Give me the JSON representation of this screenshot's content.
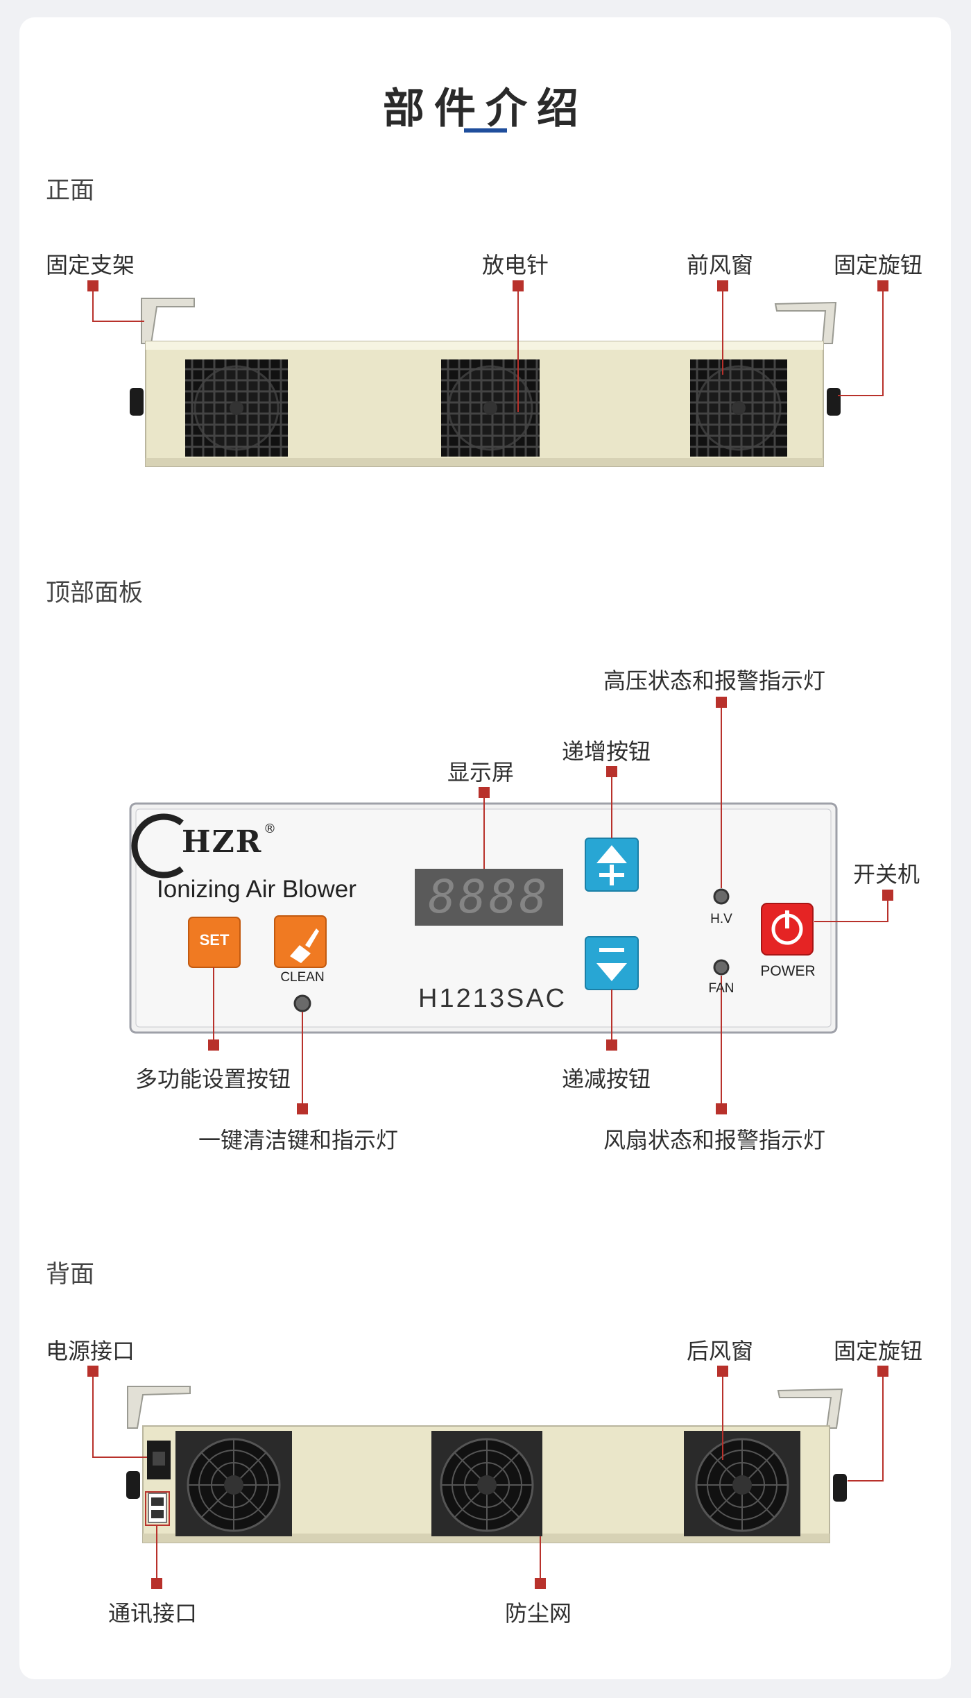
{
  "page_title": "部件介绍",
  "sections": {
    "front": {
      "title": "正面",
      "labels": {
        "bracket": "固定支架",
        "needle": "放电针",
        "front_window": "前风窗",
        "knob": "固定旋钮"
      }
    },
    "top": {
      "title": "顶部面板",
      "labels": {
        "hv_led": "高压状态和报警指示灯",
        "up_button": "递增按钮",
        "display": "显示屏",
        "power_switch": "开关机",
        "set_button": "多功能设置按钮",
        "clean_button": "一键清洁键和指示灯",
        "down_button": "递减按钮",
        "fan_led": "风扇状态和报警指示灯"
      },
      "panel": {
        "brand": "HZR",
        "registered": "®",
        "product_name": "Ionizing Air Blower",
        "set_label": "SET",
        "clean_label": "CLEAN",
        "hv_label": "H.V",
        "fan_label": "FAN",
        "power_label": "POWER",
        "model": "H1213SAC",
        "display_digits": "8888"
      }
    },
    "back": {
      "title": "背面",
      "labels": {
        "power_port": "电源接口",
        "rear_window": "后风窗",
        "knob": "固定旋钮",
        "comm_port": "通讯接口",
        "dust_net": "防尘网"
      }
    }
  },
  "colors": {
    "marker": "#b8312b",
    "accent": "#1f4e9c",
    "body_beige": "#eae6c9",
    "set_orange": "#f07a22",
    "arrow_blue": "#28a6d4",
    "power_red": "#e52424"
  }
}
